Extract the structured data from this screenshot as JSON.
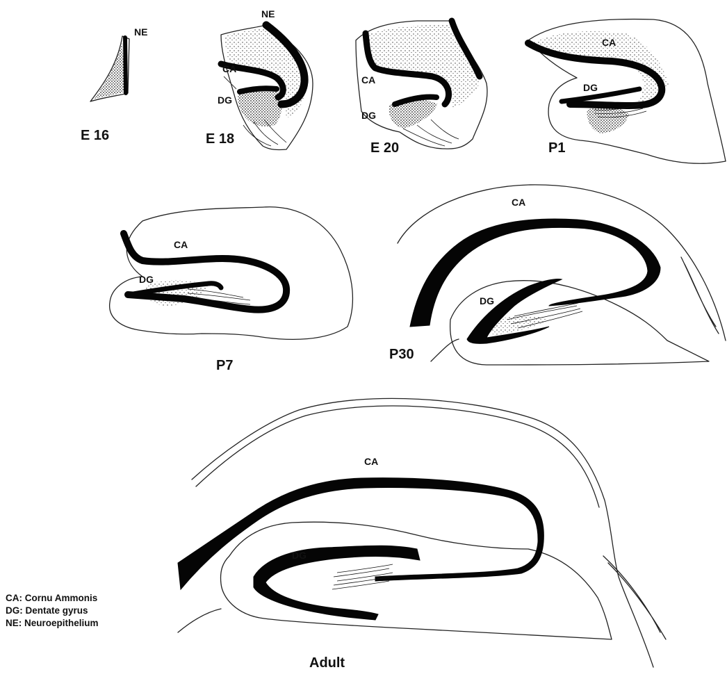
{
  "panels": {
    "e16": {
      "stage": "E 16",
      "ne": "NE"
    },
    "e18": {
      "stage": "E 18",
      "ne": "NE",
      "ca": "CA",
      "dg": "DG"
    },
    "e20": {
      "stage": "E 20",
      "ca": "CA",
      "dg": "DG"
    },
    "p1": {
      "stage": "P1",
      "ca": "CA",
      "dg": "DG"
    },
    "p7": {
      "stage": "P7",
      "ca": "CA",
      "dg": "DG"
    },
    "p30": {
      "stage": "P30",
      "ca": "CA",
      "dg": "DG"
    },
    "adult": {
      "stage": "Adult",
      "ca": "CA",
      "dg": "DG"
    }
  },
  "legend": {
    "ca": "CA: Cornu Ammonis",
    "dg": "DG: Dentate gyrus",
    "ne": "NE: Neuroepithelium"
  }
}
